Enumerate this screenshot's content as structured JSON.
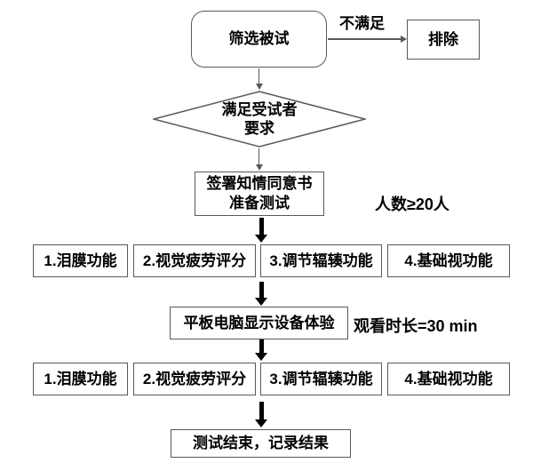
{
  "flowchart": {
    "start_label": "筛选被试",
    "branch_label": "不满足",
    "exclude_label": "排除",
    "decision": {
      "line1": "满足受试者",
      "line2": "要求"
    },
    "consent": {
      "line1": "签署知情同意书",
      "line2": "准备测试"
    },
    "sample_note": "人数≥20人",
    "experience_label": "平板电脑显示设备体验",
    "duration_note": "观看时长=30 min",
    "end_label": "测试结束，记录结果",
    "test_items": [
      "1.泪膜功能",
      "2.视觉疲劳评分",
      "3.调节辐辏功能",
      "4.基础视功能"
    ]
  },
  "colors": {
    "background": "#ffffff",
    "box_border": "#595959",
    "thin_arrow": "#595959",
    "thick_arrow": "#000000",
    "text": "#000000"
  }
}
